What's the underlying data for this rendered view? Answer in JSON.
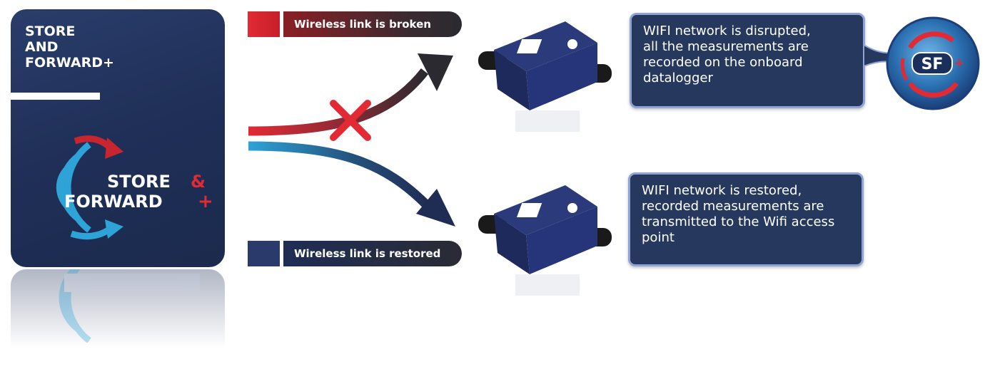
{
  "card": {
    "title_lines": [
      "STORE",
      "AND",
      "FORWARD+"
    ],
    "logo_line1": "STORE",
    "logo_amp": "&",
    "logo_line2": "FORWARD",
    "logo_plus": "+"
  },
  "pills": {
    "broken": "Wireless link is broken",
    "restored": "Wireless link is restored"
  },
  "info": {
    "disrupted_lines": [
      "WIFI network is disrupted,",
      "all the measurements are",
      "recorded on the onboard",
      "datalogger"
    ],
    "restored_lines": [
      "WIFI network is restored,",
      "recorded measurements are",
      "transmitted to the Wifi access",
      "point"
    ]
  },
  "badge": {
    "text": "SF",
    "plus": "+"
  },
  "colors": {
    "red": "#e22a35",
    "blue": "#2ea3d8",
    "navy": "#27385f",
    "border": "#8fa4d4"
  },
  "icons": {
    "broken_mark": "red-cross-icon",
    "device": "sensor-device-icon",
    "badge": "sf-plus-badge-icon"
  }
}
